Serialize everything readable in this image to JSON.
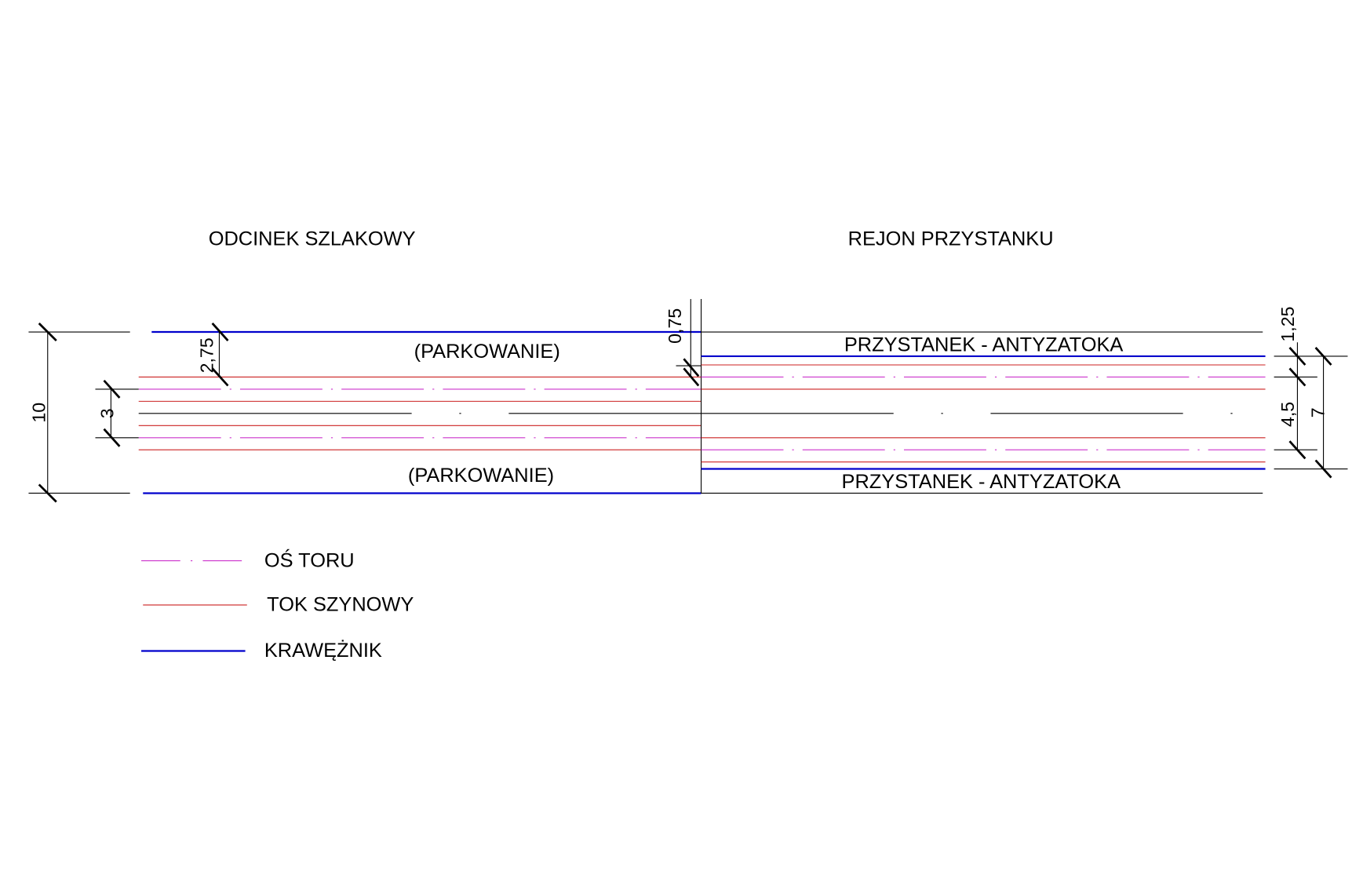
{
  "titles": {
    "left": "ODCINEK SZLAKOWY",
    "right": "REJON PRZYSTANKU"
  },
  "zones": {
    "parking_top": "(PARKOWANIE)",
    "parking_bottom": "(PARKOWANIE)",
    "stop_top": "PRZYSTANEK - ANTYZATOKA",
    "stop_bottom": "PRZYSTANEK - ANTYZATOKA"
  },
  "dimensions": {
    "total_width": "10",
    "track_spacing": "3",
    "parking_width": "2,75",
    "offset": "0,75",
    "stop_width": "1,25",
    "track_spacing_stop": "4,5",
    "roadway_stop": "7"
  },
  "legend": [
    {
      "label": "OŚ TORU",
      "color": "#cc33cc"
    },
    {
      "label": "TOK SZYNOWY",
      "color": "#cc2222"
    },
    {
      "label": "KRAWĘŻNIK",
      "color": "#0000cc"
    }
  ]
}
